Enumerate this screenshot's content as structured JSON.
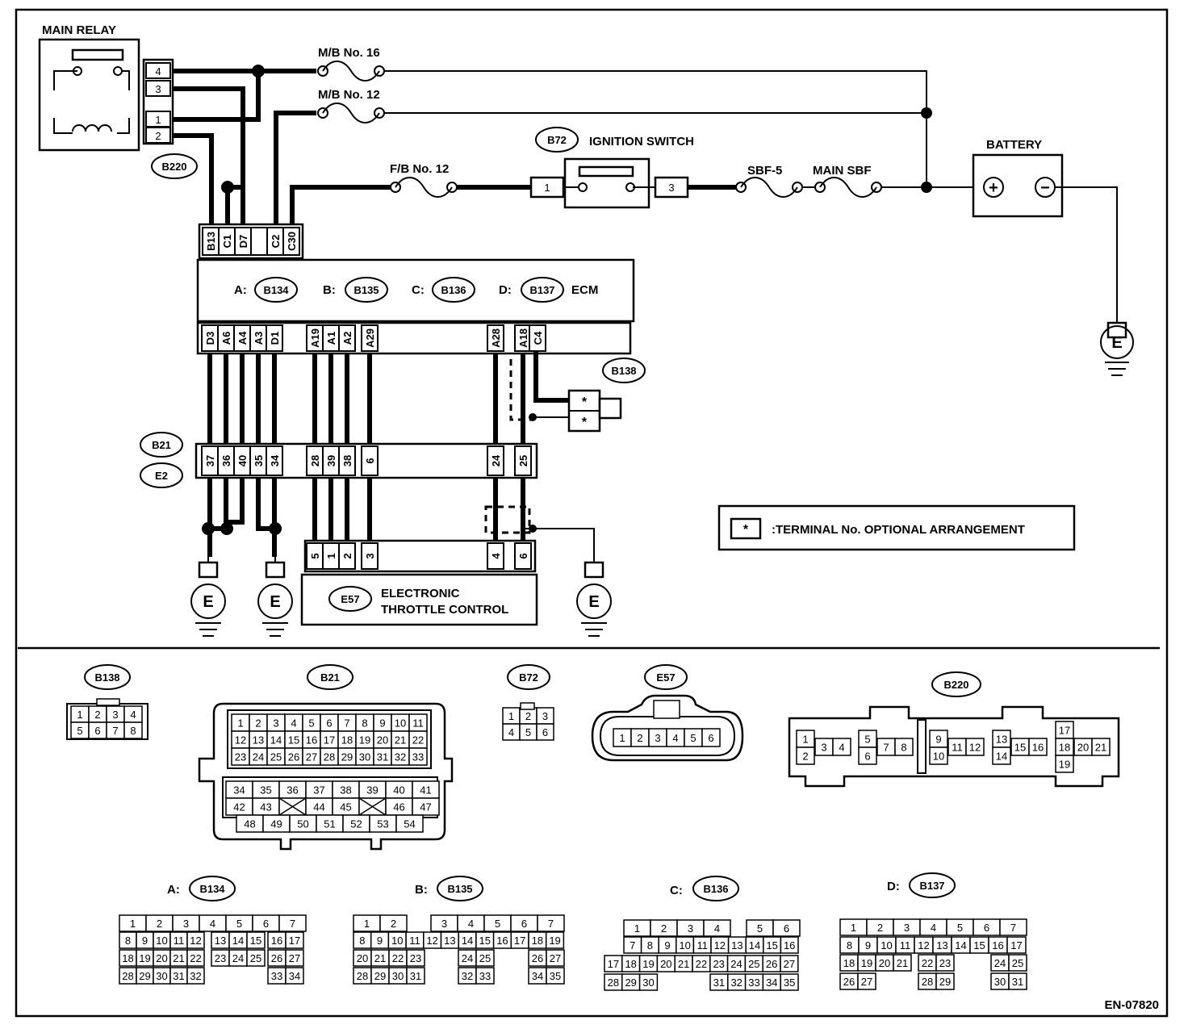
{
  "labels": {
    "main_relay": "MAIN RELAY",
    "mb16": "M/B No. 16",
    "mb12": "M/B No. 12",
    "fb12": "F/B No. 12",
    "ignition_switch": "IGNITION SWITCH",
    "sbf5": "SBF-5",
    "main_sbf": "MAIN SBF",
    "battery": "BATTERY",
    "ecm": "ECM",
    "etc_line1": "ELECTRONIC",
    "etc_line2": "THROTTLE CONTROL",
    "legend_symbol": "*",
    "legend_text": ":TERMINAL No. OPTIONAL ARRANGEMENT",
    "footer_code": "EN-07820",
    "ground": "E",
    "plus": "+",
    "minus": "−",
    "prefix_a": "A:",
    "prefix_b": "B:",
    "prefix_c": "C:",
    "prefix_d": "D:"
  },
  "connectors": {
    "b220": "B220",
    "b72": "B72",
    "b134": "B134",
    "b135": "B135",
    "b136": "B136",
    "b137": "B137",
    "b138": "B138",
    "b21": "B21",
    "e2": "E2",
    "e57": "E57"
  },
  "relay_pins": [
    "4",
    "3",
    "1",
    "2"
  ],
  "ignition_pins": [
    "1",
    "3"
  ],
  "ecm_top_pins": [
    "B13",
    "C1",
    "D7",
    "",
    "C2",
    "C30"
  ],
  "ecm_bottom_pins": [
    "D3",
    "A6",
    "A4",
    "A3",
    "D1",
    "A19",
    "A1",
    "A2",
    "A29",
    "A28",
    "A18",
    "C4"
  ],
  "b138_pins": [
    "*",
    "*"
  ],
  "b21_pins": [
    "37",
    "36",
    "40",
    "35",
    "34",
    "28",
    "39",
    "38",
    "6",
    "24",
    "25"
  ],
  "e57_pins": [
    "5",
    "1",
    "2",
    "3",
    "4",
    "6"
  ],
  "faces": {
    "b138": [
      "1",
      "2",
      "3",
      "4",
      "5",
      "6",
      "7",
      "8"
    ],
    "b72": [
      "1",
      "2",
      "3",
      "4",
      "5",
      "6"
    ],
    "e57": [
      "1",
      "2",
      "3",
      "4",
      "5",
      "6"
    ],
    "b21": [
      [
        "1",
        "2",
        "3",
        "4",
        "5",
        "6",
        "7",
        "8",
        "9",
        "10",
        "11"
      ],
      [
        "12",
        "13",
        "14",
        "15",
        "16",
        "17",
        "18",
        "19",
        "20",
        "21",
        "22"
      ],
      [
        "23",
        "24",
        "25",
        "26",
        "27",
        "28",
        "29",
        "30",
        "31",
        "32",
        "33"
      ],
      [
        "34",
        "35",
        "36",
        "37",
        "38",
        "39",
        "40",
        "41"
      ],
      [
        "42",
        "43",
        "",
        "44",
        "45",
        "",
        "46",
        "47"
      ],
      [
        "48",
        "49",
        "50",
        "51",
        "52",
        "53",
        "54"
      ]
    ],
    "b220": [
      "1",
      "2",
      "3",
      "4",
      "5",
      "6",
      "7",
      "8",
      "9",
      "10",
      "11",
      "12",
      "13",
      "14",
      "15",
      "16",
      "17",
      "18",
      "19",
      "20",
      "21"
    ],
    "b134": [
      [
        "1",
        "2",
        "3",
        "4",
        "5",
        "6",
        "7"
      ],
      [
        "8",
        "9",
        "10",
        "11",
        "12",
        "13",
        "14",
        "15",
        "16",
        "17"
      ],
      [
        "18",
        "19",
        "20",
        "21",
        "22",
        "23",
        "24",
        "25",
        "26",
        "27"
      ],
      [
        "28",
        "29",
        "30",
        "31",
        "32",
        "33",
        "34"
      ]
    ],
    "b135": [
      [
        "1",
        "2",
        "3",
        "4",
        "5",
        "6",
        "7"
      ],
      [
        "8",
        "9",
        "10",
        "11",
        "12",
        "13",
        "14",
        "15",
        "16",
        "17",
        "18",
        "19"
      ],
      [
        "20",
        "21",
        "22",
        "23",
        "24",
        "25",
        "26",
        "27"
      ],
      [
        "28",
        "29",
        "30",
        "31",
        "32",
        "33",
        "34",
        "35"
      ]
    ],
    "b136": [
      [
        "1",
        "2",
        "3",
        "4",
        "5",
        "6"
      ],
      [
        "7",
        "8",
        "9",
        "10",
        "11",
        "12",
        "13",
        "14",
        "15",
        "16"
      ],
      [
        "17",
        "18",
        "19",
        "20",
        "21",
        "22",
        "23",
        "24",
        "25",
        "26",
        "27"
      ],
      [
        "28",
        "29",
        "30",
        "31",
        "32",
        "33",
        "34",
        "35"
      ]
    ],
    "b137": [
      [
        "1",
        "2",
        "3",
        "4",
        "5",
        "6",
        "7"
      ],
      [
        "8",
        "9",
        "10",
        "11",
        "12",
        "13",
        "14",
        "15",
        "16",
        "17"
      ],
      [
        "18",
        "19",
        "20",
        "21",
        "22",
        "23",
        "24",
        "25"
      ],
      [
        "26",
        "27",
        "28",
        "29",
        "30",
        "31"
      ]
    ]
  }
}
